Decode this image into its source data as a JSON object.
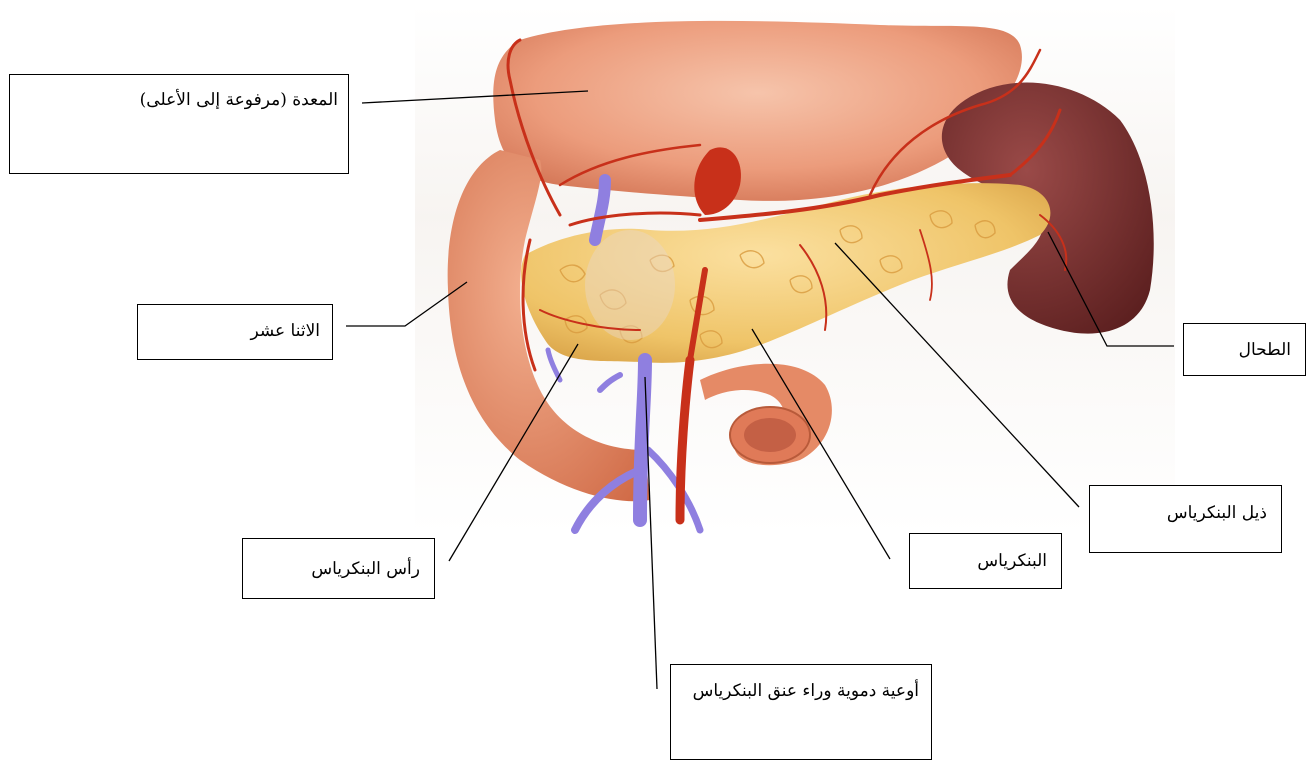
{
  "labels": {
    "stomach": "المعدة (مرفوعة إلى الأعلى)",
    "duodenum": "الاثنا عشر",
    "spleen": "الطحال",
    "pancreas_tail": "ذيل البنكرياس",
    "pancreas": "البنكرياس",
    "pancreas_head": "رأس البنكرياس",
    "vessels": "أوعية دموية وراء عنق البنكرياس"
  },
  "colors": {
    "stomach": "#ec9c7c",
    "duodenum": "#e58a66",
    "pancreas": "#efc468",
    "pancreas_lobule": "#d99b3f",
    "spleen": "#6e2a2a",
    "artery": "#c8301a",
    "vein": "#8f7fe0",
    "leader_line": "#000000"
  }
}
